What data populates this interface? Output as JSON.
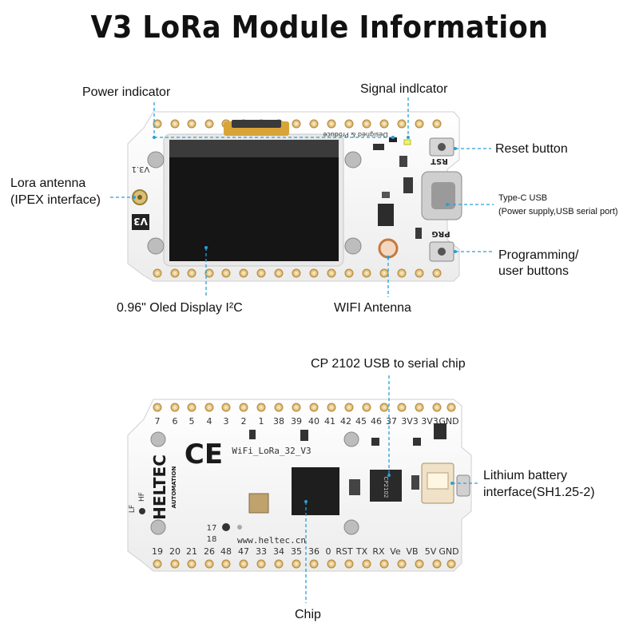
{
  "title": "V3 LoRa Module Information",
  "top_board": {
    "version_mark": "V3",
    "version_small": "V3.1",
    "silk_text": "Designed & Produce",
    "rst_label": "RST",
    "prg_label": "PRG"
  },
  "top_labels": {
    "power_indicator": "Power indicator",
    "signal_indicator": "Signal indlcator",
    "reset_button": "Reset button",
    "lora_antenna_line1": "Lora antenna",
    "lora_antenna_line2": "(IPEX interface)",
    "typec_line1": "Type-C USB",
    "typec_line2": "(Power supply,USB serial port)",
    "prog_line1": "Programming/",
    "prog_line2": "user buttons",
    "oled": "0.96\" Oled Display I²C",
    "wifi_antenna": "WIFI Antenna"
  },
  "bottom_board": {
    "top_pins": [
      "7",
      "6",
      "5",
      "4",
      "3",
      "2",
      "1",
      "38",
      "39",
      "40",
      "41",
      "42",
      "45",
      "46",
      "37",
      "3V3",
      "3V3",
      "GND"
    ],
    "bottom_pins": [
      "19",
      "20",
      "21",
      "26",
      "48",
      "47",
      "33",
      "34",
      "35",
      "36",
      "0",
      "RST",
      "TX",
      "RX",
      "Ve",
      "VB",
      "5V",
      "GND"
    ],
    "ce_mark": "CE",
    "board_name": "WiFi_LoRa_32_V3",
    "brand": "HELTEC",
    "brand_sub": "AUTOMATION",
    "website": "www.heltec.cn",
    "lf_label": "LF",
    "hf_label": "HF",
    "num17": "17",
    "num18": "18",
    "chip_text": "CP2102"
  },
  "bottom_labels": {
    "cp2102": "CP 2102 USB to serial chip",
    "lithium_line1": "Lithium battery",
    "lithium_line2": "interface(SH1.25-2)",
    "chip": "Chip"
  },
  "colors": {
    "leader_line": "#2a9fd6",
    "board": "#f7f7f7",
    "display": "#151515"
  }
}
